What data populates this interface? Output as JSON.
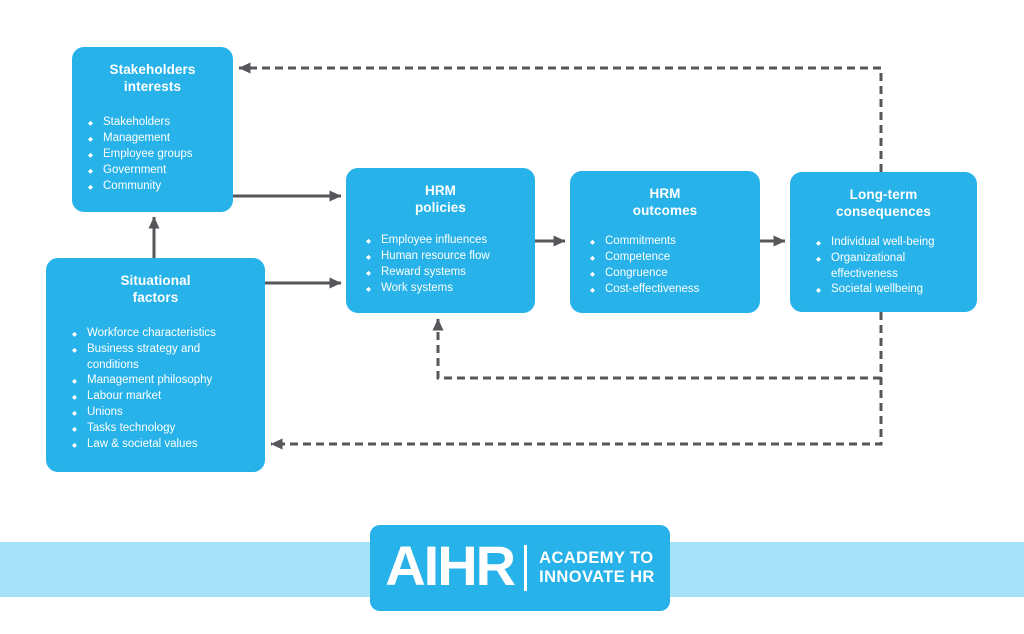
{
  "ui": {
    "bullet_glyph": "◆"
  },
  "palette": {
    "box_blue": "#27B2E9",
    "band_light_blue": "#A5E2F9",
    "arrow_gray": "#55575A",
    "text_white": "#FFFFFF"
  },
  "diagram": {
    "boxes": {
      "stakeholders": {
        "title_line1": "Stakeholders",
        "title_line2": "interests",
        "items": [
          "Stakeholders",
          "Management",
          "Employee groups",
          "Government",
          "Community"
        ]
      },
      "situational": {
        "title_line1": "Situational",
        "title_line2": "factors",
        "items": [
          "Workforce characteristics",
          "Business strategy and conditions",
          "Management philosophy",
          "Labour market",
          "Unions",
          "Tasks technology",
          "Law & societal values"
        ]
      },
      "policies": {
        "title_line1": "HRM",
        "title_line2": "policies",
        "items": [
          "Employee influences",
          "Human resource flow",
          "Reward systems",
          "Work systems"
        ]
      },
      "outcomes": {
        "title_line1": "HRM",
        "title_line2": "outcomes",
        "items": [
          "Commitments",
          "Competence",
          "Congruence",
          "Cost-effectiveness"
        ]
      },
      "longterm": {
        "title_line1": "Long-term",
        "title_line2": "consequences",
        "items": [
          "Individual well-being",
          "Organizational effectiveness",
          "Societal wellbeing"
        ]
      }
    },
    "connections": [
      {
        "from": "stakeholders",
        "to": "policies",
        "style": "solid"
      },
      {
        "from": "situational",
        "to": "policies",
        "style": "solid"
      },
      {
        "from": "situational",
        "to": "stakeholders",
        "style": "solid"
      },
      {
        "from": "policies",
        "to": "outcomes",
        "style": "solid"
      },
      {
        "from": "outcomes",
        "to": "longterm",
        "style": "solid"
      },
      {
        "from": "longterm",
        "to": "stakeholders",
        "style": "dashed"
      },
      {
        "from": "longterm",
        "to": "policies",
        "style": "dashed"
      },
      {
        "from": "longterm",
        "to": "situational",
        "style": "dashed"
      }
    ]
  },
  "logo": {
    "wordmark": "AIHR",
    "tagline_line1": "ACADEMY TO",
    "tagline_line2": "INNOVATE HR"
  }
}
